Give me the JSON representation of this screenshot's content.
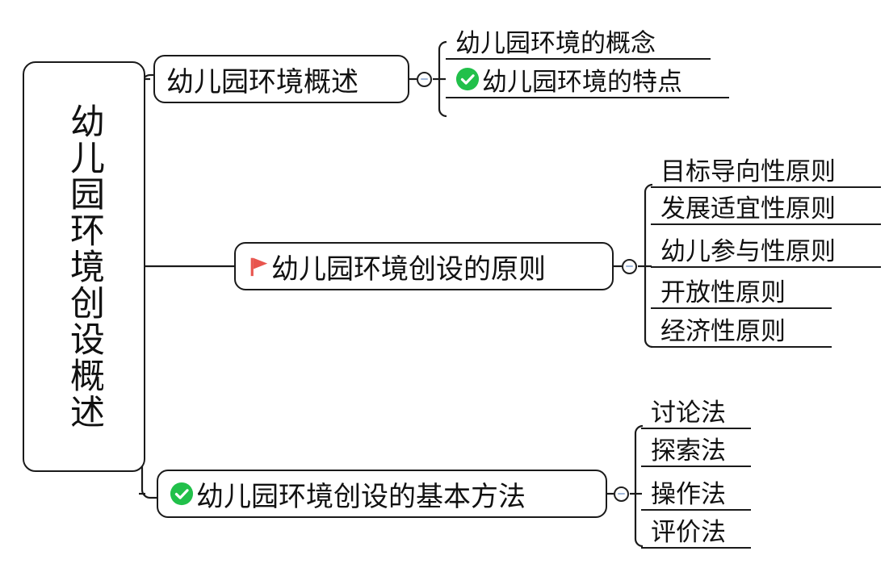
{
  "diagram": {
    "type": "mind-map",
    "title": "幼儿园环境创设概述",
    "direction": "left-to-right",
    "colors": {
      "stroke": "#1a1a1a",
      "background": "#ffffff",
      "text": "#111111",
      "check_icon": "#21c04a",
      "flag_icon": "#e8554e",
      "toggle_minus": "#9fb6d8"
    }
  },
  "root": {
    "label": "幼儿园环境创设概述",
    "orientation": "vertical"
  },
  "branches": [
    {
      "id": "overview",
      "label": "幼儿园环境概述",
      "icon": "none",
      "toggle": "collapse-minus-icon",
      "children": [
        {
          "label": "幼儿园环境的概念",
          "icon": "none"
        },
        {
          "label": "幼儿园环境的特点",
          "icon": "green-check-icon"
        }
      ]
    },
    {
      "id": "principles",
      "label": "幼儿园环境创设的原则",
      "icon": "red-flag-icon",
      "toggle": "collapse-minus-icon",
      "children": [
        {
          "label": "目标导向性原则",
          "icon": "none"
        },
        {
          "label": "发展适宜性原则",
          "icon": "none"
        },
        {
          "label": "幼儿参与性原则",
          "icon": "none"
        },
        {
          "label": "开放性原则",
          "icon": "none"
        },
        {
          "label": "经济性原则",
          "icon": "none"
        }
      ]
    },
    {
      "id": "methods",
      "label": "幼儿园环境创设的基本方法",
      "icon": "green-check-icon",
      "toggle": "collapse-minus-icon",
      "children": [
        {
          "label": "讨论法",
          "icon": "none"
        },
        {
          "label": "探索法",
          "icon": "none"
        },
        {
          "label": "操作法",
          "icon": "none"
        },
        {
          "label": "评价法",
          "icon": "none"
        }
      ]
    }
  ]
}
